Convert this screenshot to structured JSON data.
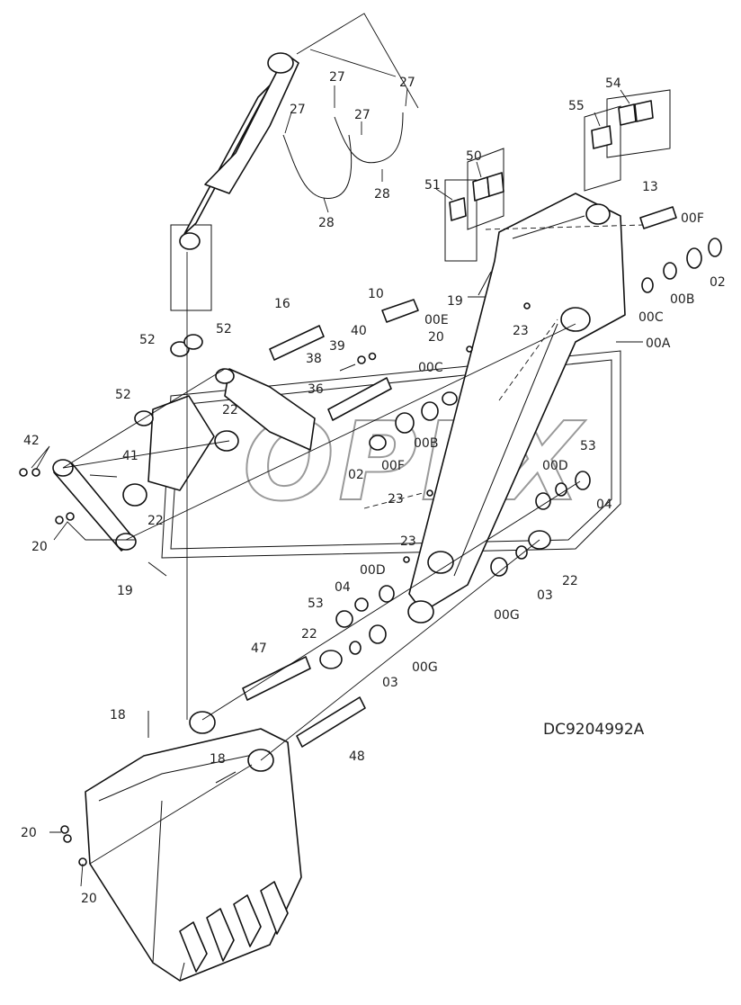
{
  "drawing_code": "DC9204992A",
  "watermark": "OPEX",
  "callouts": {
    "c27a": "27",
    "c27b": "27",
    "c27c": "27",
    "c27d": "27",
    "c28a": "28",
    "c28b": "28",
    "c55": "55",
    "c54": "54",
    "c50": "50",
    "c51": "51",
    "c13": "13",
    "c00F_top": "00F",
    "c02_top": "02",
    "c00B_top": "00B",
    "c00C_top": "00C",
    "c00A": "00A",
    "c23a": "23",
    "c16": "16",
    "c10": "10",
    "c19a": "19",
    "c00E": "00E",
    "c52a": "52",
    "c52b": "52",
    "c52c": "52",
    "c40": "40",
    "c39": "39",
    "c38": "38",
    "c20a": "20",
    "c36": "36",
    "c00C_mid": "00C",
    "c22a": "22",
    "c42": "42",
    "c41": "41",
    "c02_mid": "02",
    "c00F_mid": "00F",
    "c00B_mid": "00B",
    "c53a": "53",
    "c00D_r": "00D",
    "c04a": "04",
    "c23b": "23",
    "c22b": "22",
    "c20b": "20",
    "c23c": "23",
    "c19b": "19",
    "c00D_l": "00D",
    "c03a": "03",
    "c22c": "22",
    "c04b": "04",
    "c53b": "53",
    "c00G_r": "00G",
    "c47": "47",
    "c22d": "22",
    "c03b": "03",
    "c00G_l": "00G",
    "c18a": "18",
    "c48": "48",
    "c18b": "18",
    "c20c": "20",
    "c20d": "20"
  }
}
